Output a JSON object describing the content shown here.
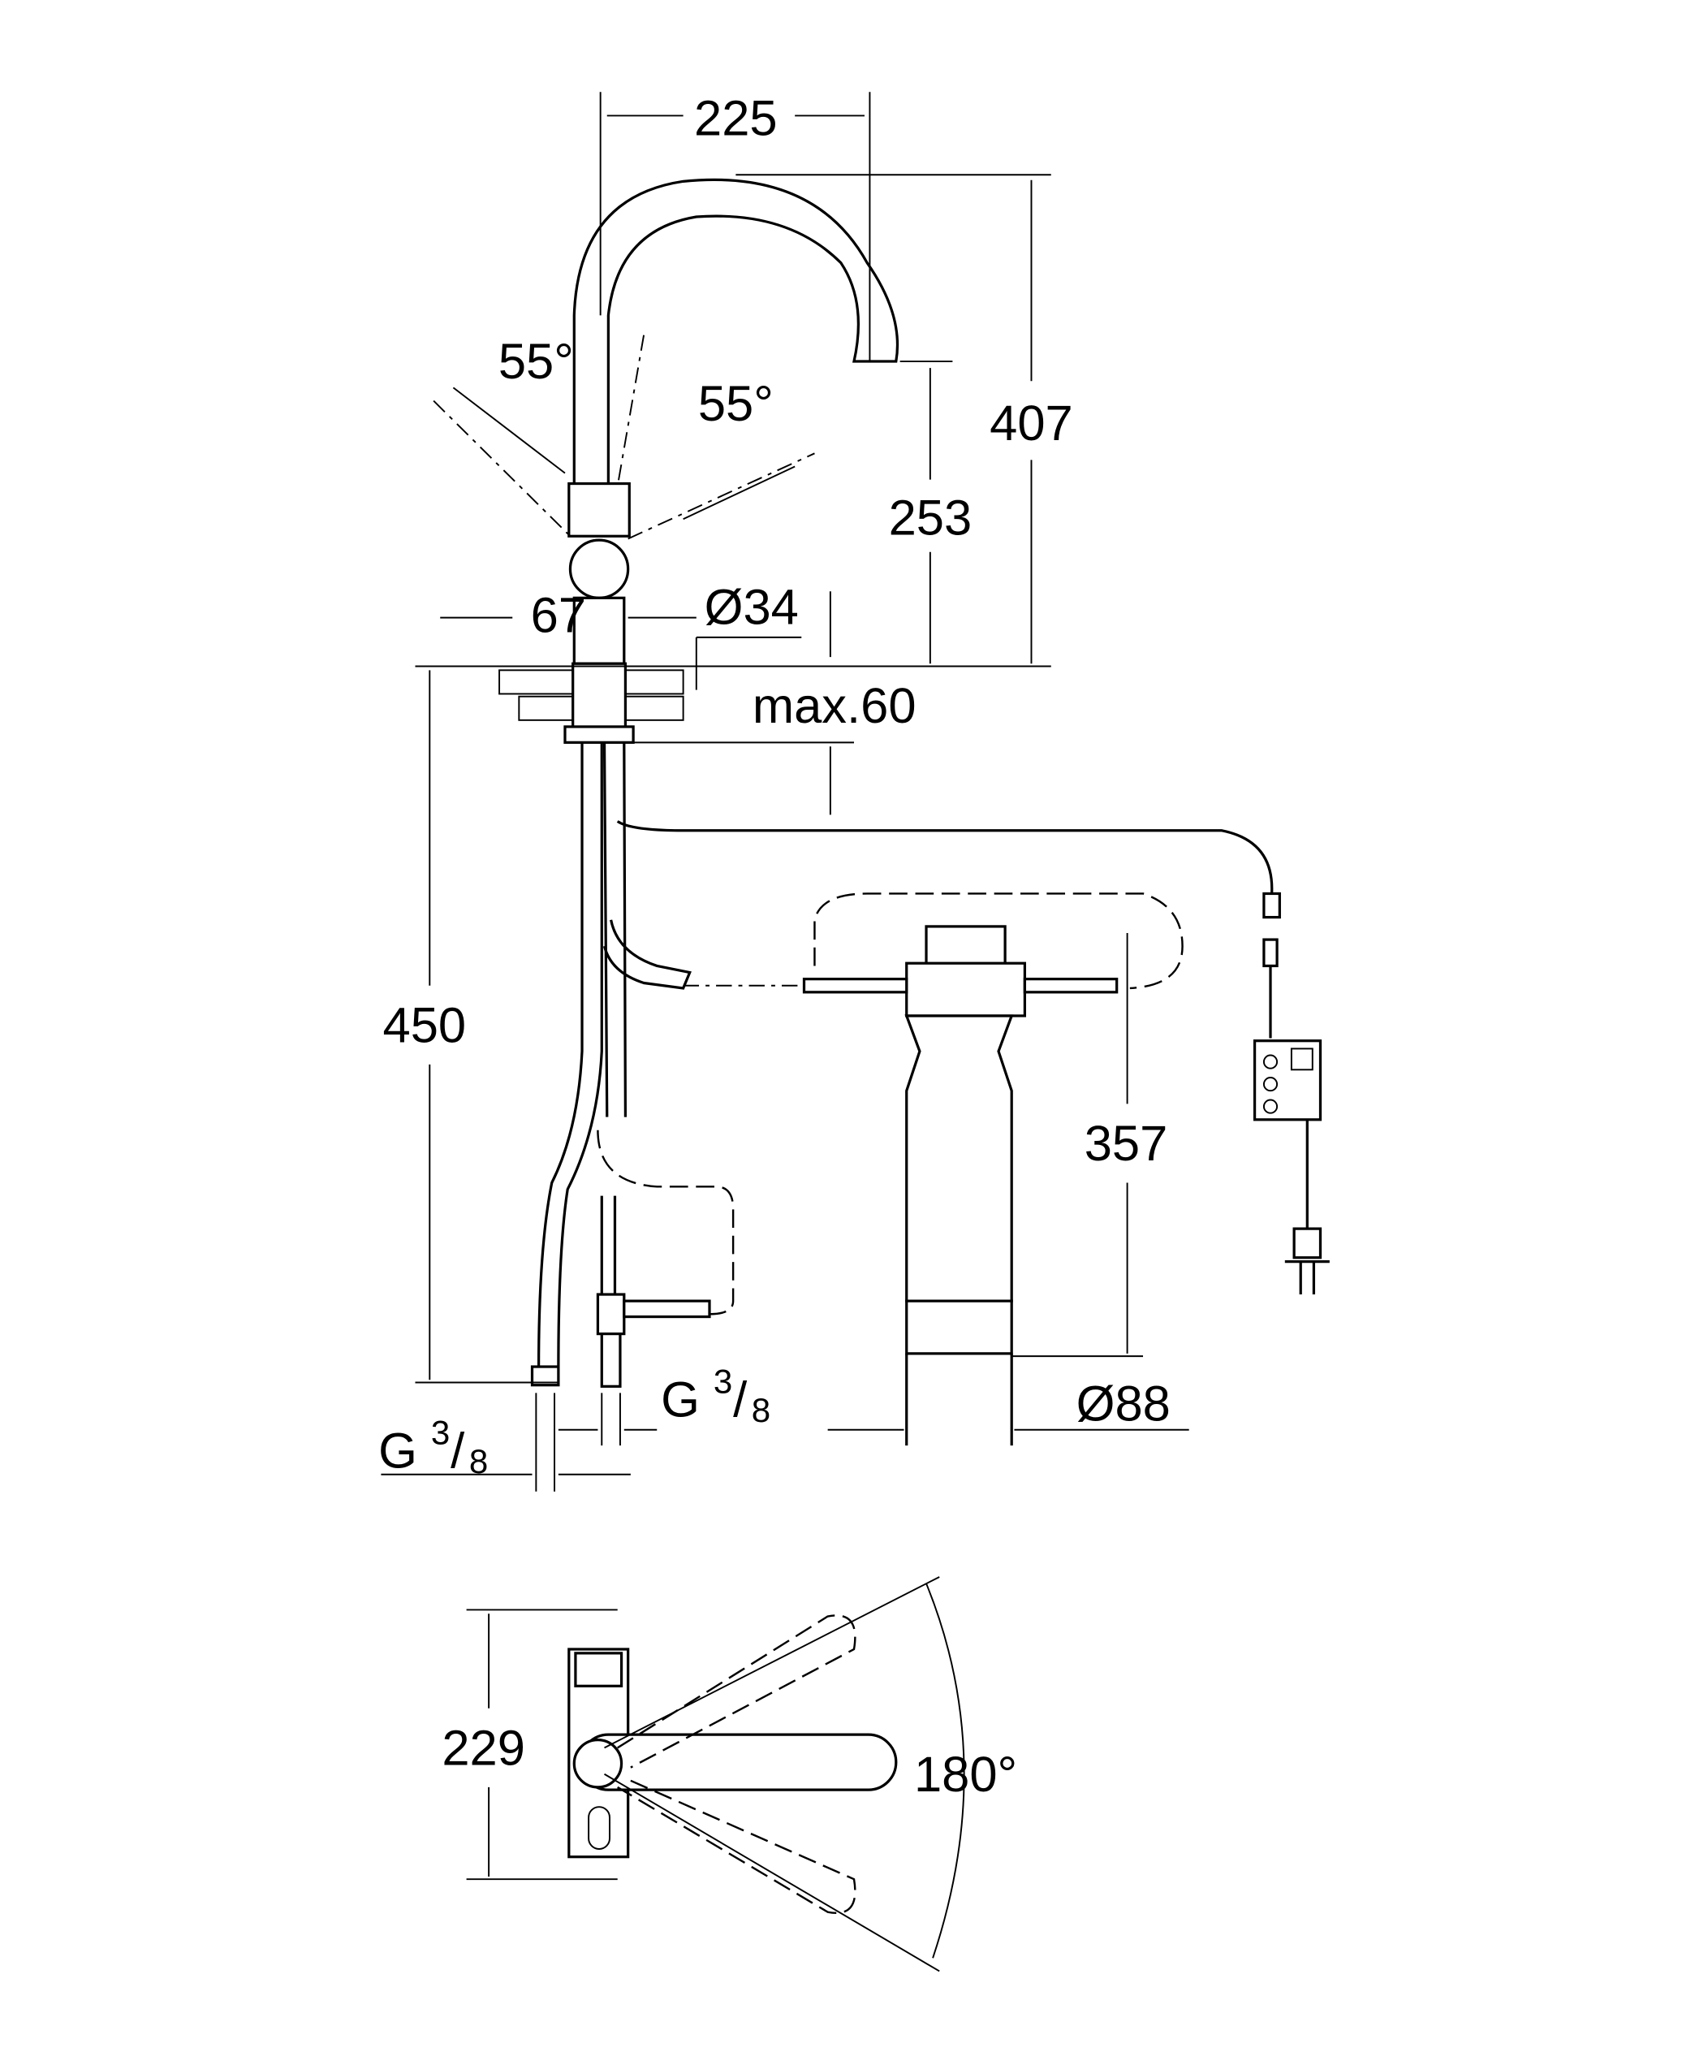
{
  "drawing": {
    "title": "Faucet with filter and control unit - dimension drawing",
    "dimensions": {
      "spout_reach": "225",
      "total_height": "407",
      "spout_height": "253",
      "lever_angle_left": "55°",
      "lever_angle_right": "55°",
      "lever_offset": "67",
      "base_diameter": "Ø34",
      "max_deck_thickness": "max.60",
      "hose_length": "450",
      "filter_height": "357",
      "filter_diameter": "Ø88",
      "connection_right": {
        "g": "G",
        "num": "3",
        "den": "8"
      },
      "connection_left": {
        "g": "G",
        "num": "3",
        "den": "8"
      },
      "top_view_length": "229",
      "swivel_angle": "180°"
    }
  }
}
